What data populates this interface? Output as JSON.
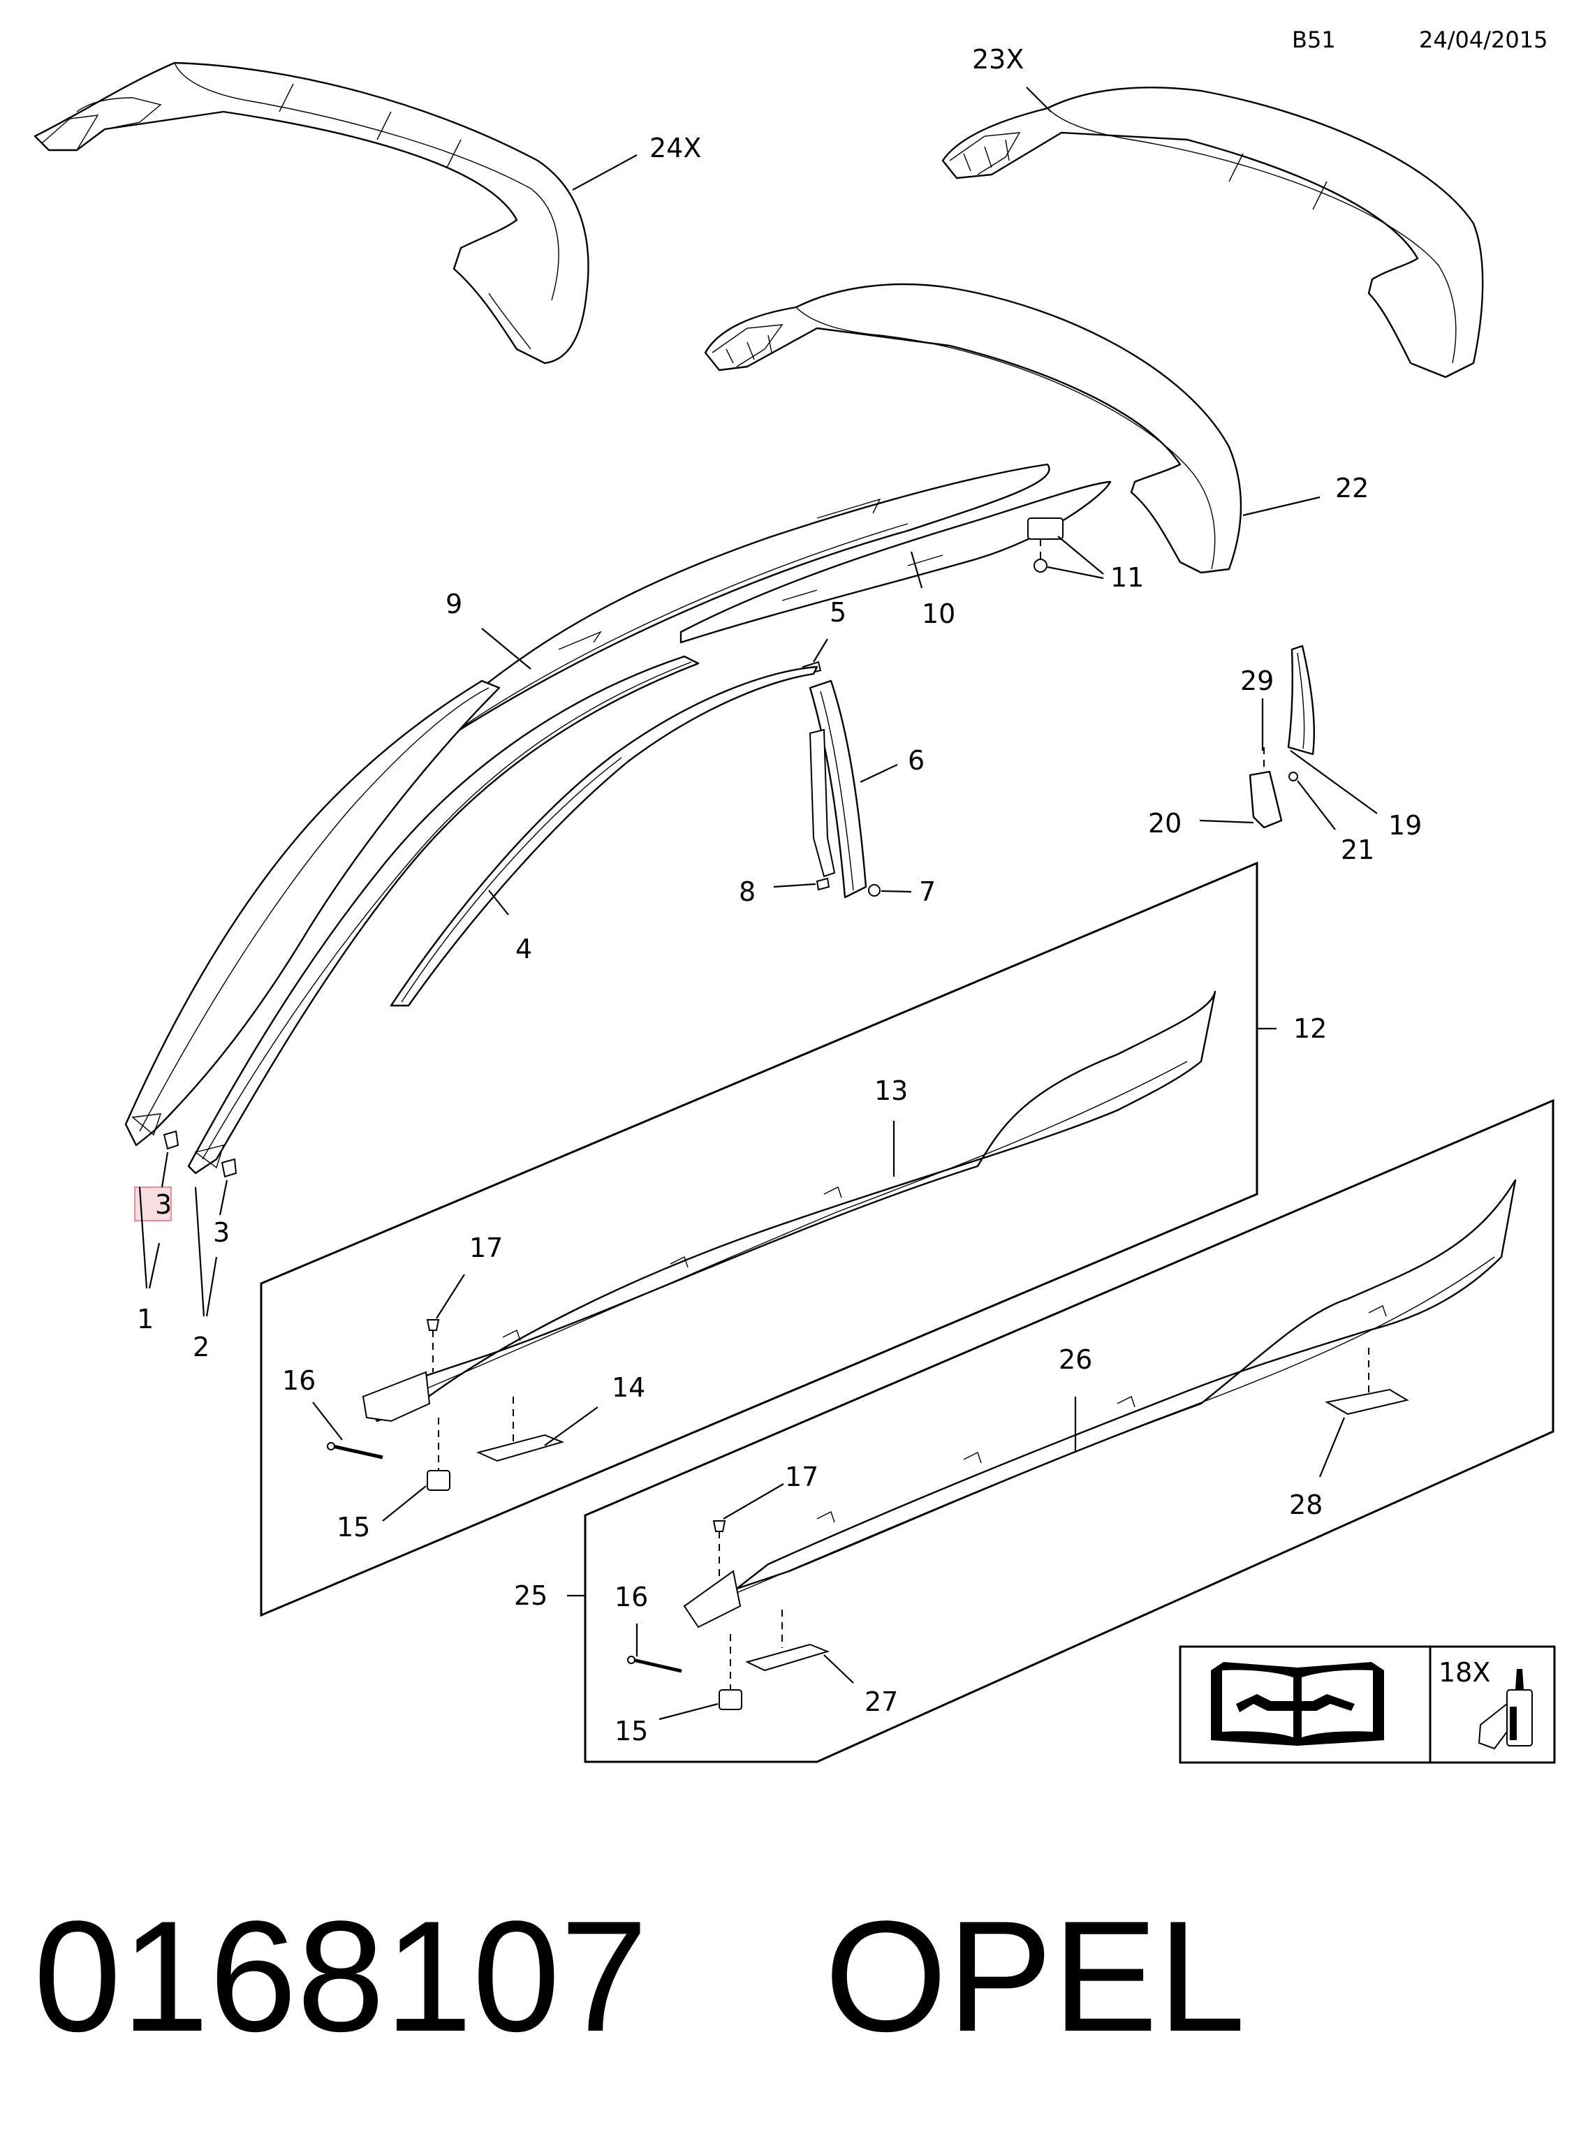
{
  "header": {
    "group_code": "B51",
    "date": "24/04/2015"
  },
  "callouts": {
    "c1": "1",
    "c2": "2",
    "c3a": "3",
    "c3b": "3",
    "c4": "4",
    "c5": "5",
    "c6": "6",
    "c7": "7",
    "c8": "8",
    "c9": "9",
    "c10": "10",
    "c11": "11",
    "c12": "12",
    "c13": "13",
    "c14": "14",
    "c15a": "15",
    "c15b": "15",
    "c16a": "16",
    "c16b": "16",
    "c17a": "17",
    "c17b": "17",
    "c18": "18X",
    "c19": "19",
    "c20": "20",
    "c21": "21",
    "c22": "22",
    "c23": "23X",
    "c24": "24X",
    "c25": "25",
    "c26": "26",
    "c27": "27",
    "c28": "28",
    "c29": "29"
  },
  "legend": {
    "manual_icon": "repair-manual-icon",
    "adhesive_icon": "adhesive-tube-icon"
  },
  "footer": {
    "part_number": "0168107",
    "brand": "OPEL"
  }
}
